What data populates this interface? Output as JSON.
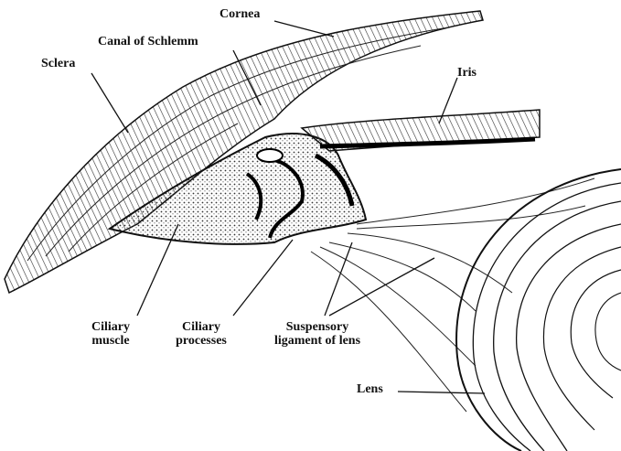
{
  "labels": {
    "cornea": "Cornea",
    "canal": "Canal of Schlemm",
    "sclera": "Sclera",
    "iris": "Iris",
    "ciliary_muscle": [
      "Ciliary",
      "muscle"
    ],
    "ciliary_processes": [
      "Ciliary",
      "processes"
    ],
    "suspensory_ligament": [
      "Suspensory",
      "ligament of lens"
    ],
    "lens": "Lens"
  },
  "colors": {
    "ink": "#111111",
    "paper": "#ffffff",
    "tissue_dark": "#2a2a2a",
    "tissue_mid": "#5a5a5a"
  }
}
